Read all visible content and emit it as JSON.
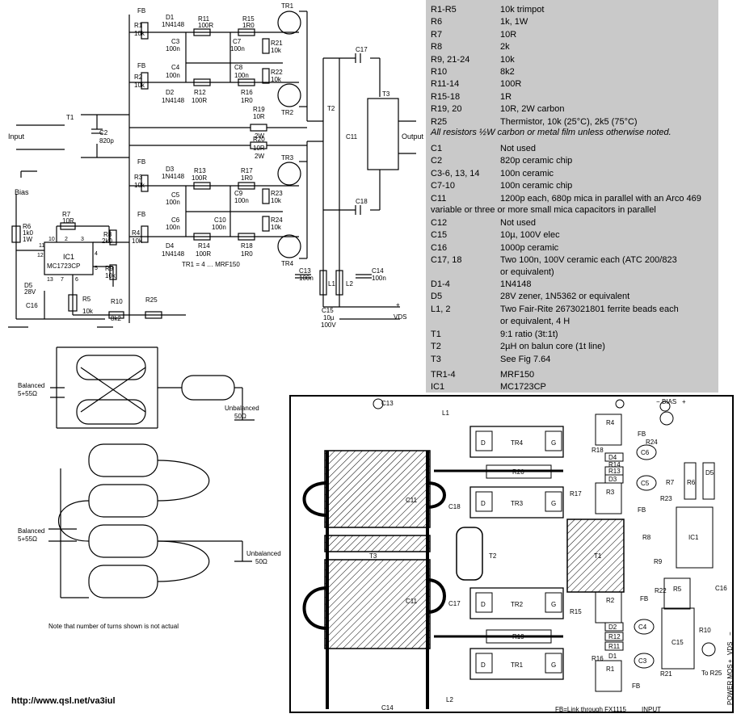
{
  "schematic": {
    "input_label": "Input",
    "output_label": "Output",
    "bias_label": "Bias",
    "vds_label": "VDS",
    "tr_note": "TR1 = 4 … MRF150",
    "labels": {
      "fb": "FB",
      "t1": "T1",
      "t2": "T2",
      "t3": "T3",
      "tr1": "TR1",
      "tr2": "TR2",
      "tr3": "TR3",
      "tr4": "TR4",
      "r1": "R1",
      "r2": "R2",
      "r3": "R3",
      "r4": "R4",
      "r5": "R5",
      "v10k": "10k",
      "d1": "D1",
      "d2": "D2",
      "d3": "D3",
      "d4": "D4",
      "d1n": "1N4148",
      "r11": "R11",
      "r12": "R12",
      "r13": "R13",
      "r14": "R14",
      "v100r": "100R",
      "r15": "R15",
      "r16": "R16",
      "r17": "R17",
      "r18": "R18",
      "v1r0": "1R0",
      "r19": "R19",
      "r20": "R20",
      "v10r": "10R",
      "v2w": "2W",
      "r21": "R21",
      "r22": "R22",
      "r23": "R23",
      "r24": "R24",
      "c2": "C2",
      "v820p": "820p",
      "c3": "C3",
      "c4": "C4",
      "c5": "C5",
      "c6": "C6",
      "c7": "C7",
      "c8": "C8",
      "c9": "C9",
      "c10": "C10",
      "v100n": "100n",
      "c11": "C11",
      "c13": "C13",
      "c14": "C14",
      "c15": "C15",
      "v10u": "10µ",
      "v100v": "100V",
      "c16": "C16",
      "c17": "C17",
      "c18": "C18",
      "l1": "L1",
      "l2": "L2",
      "r6": "R6",
      "v1k0": "1k0",
      "v1w": "1W",
      "r7": "R7",
      "r8": "R8",
      "v2k0": "2k0",
      "r9": "R9",
      "r10": "R10",
      "v8k2": "8k2",
      "r25": "R25",
      "d5": "D5",
      "v28v": "28V",
      "ic1": "IC1",
      "ic1_part": "MC1723CP",
      "pin10": "10",
      "pin2": "2",
      "pin3": "3",
      "pin4": "4",
      "pin5": "5",
      "pin6": "6",
      "pin7": "7",
      "pin11": "11",
      "pin12": "12",
      "pin13": "13",
      "plus": "+"
    }
  },
  "parts_list": {
    "rows": [
      {
        "ref": "R1-R5",
        "value": "10k trimpot"
      },
      {
        "ref": "R6",
        "value": "1k, 1W"
      },
      {
        "ref": "R7",
        "value": "10R"
      },
      {
        "ref": "R8",
        "value": "2k"
      },
      {
        "ref": "R9, 21-24",
        "value": "10k"
      },
      {
        "ref": "R10",
        "value": "8k2"
      },
      {
        "ref": "R11-14",
        "value": "100R"
      },
      {
        "ref": "R15-18",
        "value": "1R"
      },
      {
        "ref": "R19, 20",
        "value": "10R, 2W carbon"
      },
      {
        "ref": "R25",
        "value": "Thermistor, 10k (25°C), 2k5 (75°C)"
      }
    ],
    "resistor_note": "All resistors ½W carbon or metal film unless otherwise noted.",
    "rows2": [
      {
        "ref": "C1",
        "value": "Not used"
      },
      {
        "ref": "C2",
        "value": "820p ceramic chip"
      },
      {
        "ref": "C3-6, 13, 14",
        "value": "100n ceramic"
      },
      {
        "ref": "C7-10",
        "value": "100n ceramic chip"
      },
      {
        "ref": "C11",
        "value": "1200p each, 680p mica in parallel with an Arco 469"
      }
    ],
    "c11_cont": "variable or three or more small mica capacitors in parallel",
    "rows3": [
      {
        "ref": "C12",
        "value": "Not used"
      },
      {
        "ref": "C15",
        "value": "10µ, 100V elec"
      },
      {
        "ref": "C16",
        "value": "1000p ceramic"
      },
      {
        "ref": "C17, 18",
        "value": "Two 100n, 100V ceramic each (ATC 200/823"
      }
    ],
    "c17_cont": "or equivalent)",
    "rows4": [
      {
        "ref": "D1-4",
        "value": "1N4148"
      },
      {
        "ref": "D5",
        "value": "28V zener, 1N5362 or equivalent"
      },
      {
        "ref": "L1, 2",
        "value": "Two Fair-Rite 2673021801 ferrite beads each"
      }
    ],
    "l_cont": "or equivalent, 4 H",
    "rows5": [
      {
        "ref": "T1",
        "value": "9:1 ratio (3t:1t)"
      },
      {
        "ref": "T2",
        "value": "2µH on balun core (1t line)"
      },
      {
        "ref": "T3",
        "value": "See Fig 7.64"
      }
    ],
    "rows6": [
      {
        "ref": "TR1-4",
        "value": "MRF150"
      },
      {
        "ref": "IC1",
        "value": "MC1723CP"
      }
    ]
  },
  "balun": {
    "balanced_label": "Balanced",
    "balanced_value": "5+55Ω",
    "unbalanced_label": "Unbalanced",
    "unbalanced_value": "50Ω",
    "turns_note": "Note that number of turns shown is not actual"
  },
  "pcb": {
    "labels": {
      "c13": "C13",
      "l1": "L1",
      "c14": "C14",
      "l2": "L2",
      "bias": "BIAS",
      "minus": "−",
      "plus": "+",
      "d": "D",
      "g": "G",
      "tr1": "TR1",
      "tr2": "TR2",
      "tr3": "TR3",
      "tr4": "TR4",
      "r18": "R18",
      "r14": "R14",
      "r13": "R13",
      "r4": "R4",
      "r3": "R3",
      "d3": "D3",
      "d4": "D4",
      "c5": "C5",
      "c6": "C6",
      "r24": "R24",
      "r23": "R23",
      "fb": "FB",
      "r7": "R7",
      "r6": "R6",
      "d5": "D5",
      "r20": "R20",
      "r19": "R19",
      "r17": "R17",
      "r15": "R15",
      "r16": "R16",
      "c18": "C18",
      "c17": "C17",
      "c11": "C11",
      "t1": "T1",
      "t2": "T2",
      "t3": "T3",
      "r8": "R8",
      "r9": "R9",
      "ic1": "IC1",
      "r2": "R2",
      "r1": "R1",
      "r5": "R5",
      "d2": "D2",
      "d1": "D1",
      "r12": "R12",
      "r11": "R11",
      "c4": "C4",
      "c3": "C3",
      "r22": "R22",
      "r21": "R21",
      "c16": "C16",
      "c15": "C15",
      "r10": "R10",
      "to_r25": "To R25",
      "power_mos": "POWER MOS",
      "vds": "VDS",
      "input": "INPUT",
      "fb_note": "FB=Link through FX1115"
    }
  },
  "url": "http://www.qsl.net/va3iul"
}
